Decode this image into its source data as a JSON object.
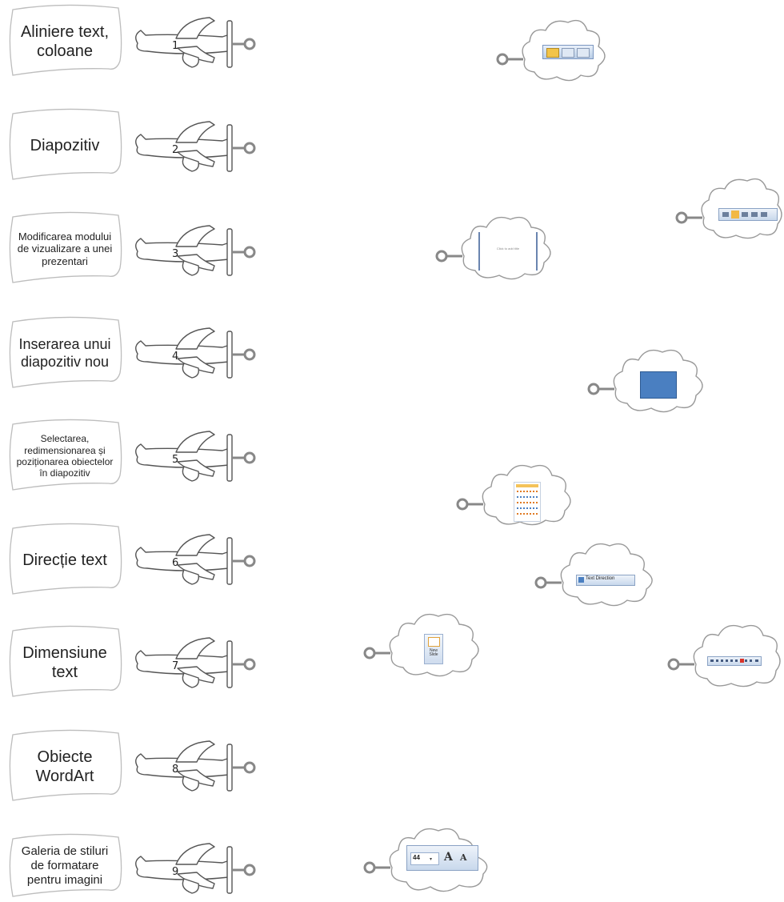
{
  "matching_exercise": {
    "terms": [
      {
        "number": "1",
        "label": "Aliniere text, coloane"
      },
      {
        "number": "2",
        "label": "Diapozitiv"
      },
      {
        "number": "3",
        "label": "Modificarea modului de vizualizare a unei prezentari"
      },
      {
        "number": "4",
        "label": "Inserarea unui diapozitiv nou"
      },
      {
        "number": "5",
        "label": "Selectarea, redimensionarea și poziționarea obiectelor în diapozitiv"
      },
      {
        "number": "6",
        "label": "Direcție text"
      },
      {
        "number": "7",
        "label": "Dimensiune text"
      },
      {
        "number": "8",
        "label": "Obiecte WordArt"
      },
      {
        "number": "9",
        "label": "Galeria de stiluri de formatare pentru imagini"
      }
    ],
    "clouds": [
      {
        "content": "view-buttons-toolbar-thumbnail"
      },
      {
        "content": "paragraph-alignment-buttons-thumbnail"
      },
      {
        "content": "blank-slide-thumbnail",
        "caption": "Click to add title"
      },
      {
        "content": "blue-rectangle-shape-thumbnail"
      },
      {
        "content": "shapes-gallery-thumbnail"
      },
      {
        "content": "new-slide-button-thumbnail",
        "caption": "New Slide"
      },
      {
        "content": "font-toolbar-thumbnail"
      },
      {
        "content": "text-direction-button-thumbnail",
        "caption": "Text Direction"
      },
      {
        "content": "font-size-box-thumbnail",
        "caption": "44"
      }
    ]
  }
}
